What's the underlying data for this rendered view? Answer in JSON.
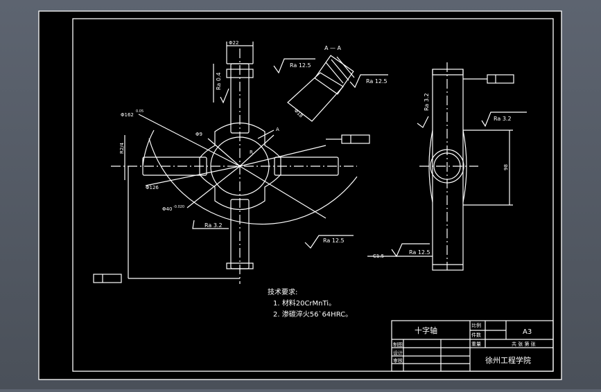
{
  "colors": {
    "background": "#000000",
    "line": "#ffffff",
    "frame": "#5d6470"
  },
  "front_view": {
    "dia_top": "Φ22",
    "roughness_left": "Ra 0.4",
    "dia_sphere": "Φ162",
    "dia_sphere_tol": "0.05",
    "chamfer": "R2/4",
    "dia_small": "Φ9",
    "dia_mid": "Φ126",
    "dia_pin": "Φ40",
    "dia_pin_tol": "-0.020",
    "roughness_bottom_left": "Ra 3.2",
    "roughness_bottom_right": "Ra 12.5",
    "section_marker": "A",
    "radius_marker": "R"
  },
  "section_view": {
    "title": "A — A",
    "roughness_1": "Ra 12.5",
    "roughness_2": "Ra 12.5",
    "dim": "Φ18"
  },
  "side_view": {
    "roughness_1": "Ra 3.2",
    "roughness_2": "Ra 3.2",
    "roughness_3": "Ra 12.5",
    "chamfer": "C1.5",
    "height_dim": "98"
  },
  "tech_req": {
    "title": "技术要求:",
    "items": [
      "1. 材料20CrMnTi。",
      "2. 渗碳淬火56`64HRC。"
    ]
  },
  "title_block": {
    "part_name": "十字轴",
    "scale_label": "比例",
    "qty_label": "件数",
    "size": "A3",
    "draw_label": "制图",
    "weight_label": "重量",
    "material_label": "共 张  第 张",
    "design_label": "设计",
    "check_label": "审核",
    "school": "徐州工程学院"
  }
}
